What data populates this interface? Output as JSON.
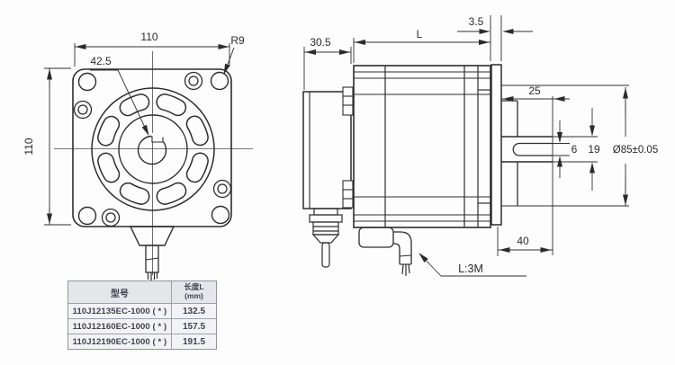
{
  "front_view": {
    "dim_width_top": "110",
    "dim_height_left": "110",
    "dim_shaft_callout": "42.5",
    "dim_corner_radius": "R9"
  },
  "side_view": {
    "dim_rear_cover": "30.5",
    "dim_body_length": "L",
    "dim_flange_thickness": "3.5",
    "dim_shaft_length": "25",
    "dim_keyway_width": "6",
    "dim_shaft_diameter": "19",
    "dim_pilot_diameter": "Ø85±0.05",
    "dim_front_length": "40",
    "cable_label": "L:3M"
  },
  "table": {
    "headers": {
      "model": "型号",
      "length_line1": "长度L",
      "length_line2": "(mm)"
    },
    "rows": [
      {
        "model": "110J12135EC-1000 ( * )",
        "length": "132.5"
      },
      {
        "model": "110J12160EC-1000 ( * )",
        "length": "157.5"
      },
      {
        "model": "110J12190EC-1000 ( * )",
        "length": "191.5"
      }
    ]
  }
}
